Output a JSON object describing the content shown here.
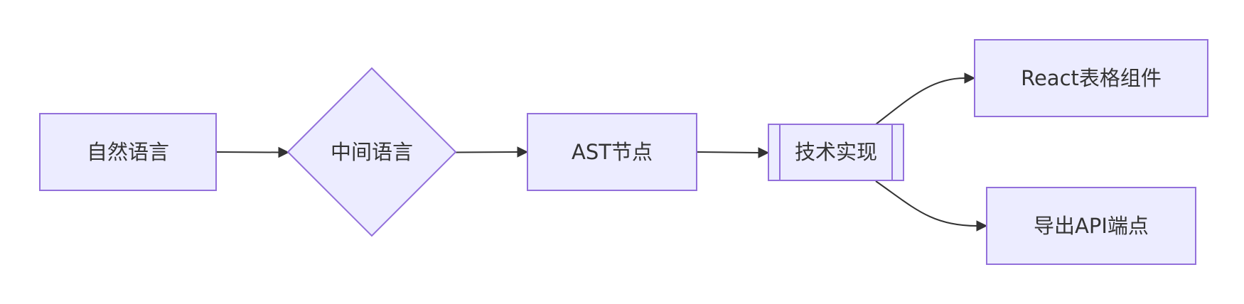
{
  "nodes": {
    "natural_language": {
      "label": "自然语言",
      "shape": "rectangle"
    },
    "intermediate_language": {
      "label": "中间语言",
      "shape": "diamond"
    },
    "ast_node": {
      "label": "AST节点",
      "shape": "rectangle"
    },
    "tech_impl": {
      "label": "技术实现",
      "shape": "subroutine"
    },
    "react_table": {
      "label": "React表格组件",
      "shape": "rectangle"
    },
    "export_api": {
      "label": "导出API端点",
      "shape": "rectangle"
    }
  },
  "edges": [
    {
      "from": "natural_language",
      "to": "intermediate_language"
    },
    {
      "from": "intermediate_language",
      "to": "ast_node"
    },
    {
      "from": "ast_node",
      "to": "tech_impl"
    },
    {
      "from": "tech_impl",
      "to": "react_table"
    },
    {
      "from": "tech_impl",
      "to": "export_api"
    }
  ],
  "colors": {
    "node_fill": "#ECECFF",
    "node_stroke": "#9370DB",
    "edge": "#333333",
    "text": "#333333"
  }
}
